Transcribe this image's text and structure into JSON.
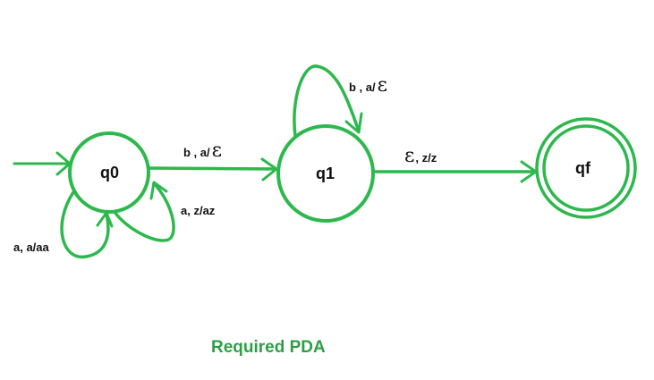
{
  "colors": {
    "edge": "#2db84d",
    "text": "#111111",
    "background": "#ffffff",
    "caption": "#2e9e46"
  },
  "states": {
    "q0": "q0",
    "q1": "q1",
    "qf": "qf"
  },
  "transitions": {
    "q0_self_a_a": "a, a/aa",
    "q0_self_a_z": "a, z/az",
    "q0_to_q1_prefix": "b , a/",
    "q0_to_q1_eps": "ε",
    "q1_self_prefix": "b , a/",
    "q1_self_eps": "ε",
    "q1_to_qf_eps": "ε",
    "q1_to_qf_suffix": ", z/z"
  },
  "caption": "Required PDA"
}
